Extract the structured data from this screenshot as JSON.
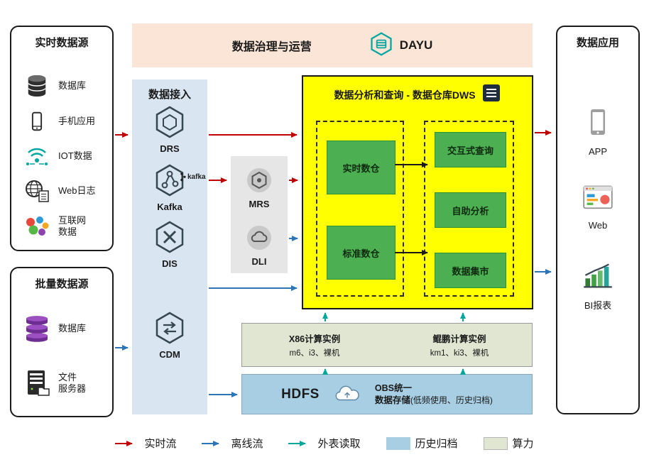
{
  "colors": {
    "flow_red": "#c00000",
    "flow_blue": "#2e75b6",
    "flow_teal": "#00a79b",
    "dws_yellow": "#ffff00",
    "cell_green": "#4cb052",
    "governance_peach": "#fbe5d6",
    "ingestion_blue": "#d9e5f1",
    "services_gray": "#e7e6e6",
    "compute_khaki": "#e1e6d2",
    "storage_blue": "#a8cee4"
  },
  "realtime_sources": {
    "title": "实时数据源",
    "items": [
      {
        "label": "数据库",
        "icon": "database-icon"
      },
      {
        "label": "手机应用",
        "icon": "phone-icon"
      },
      {
        "label": "IOT数据",
        "icon": "iot-icon"
      },
      {
        "label": "Web日志",
        "icon": "web-log-icon"
      },
      {
        "label": "互联网\n数据",
        "icon": "internet-data-icon"
      }
    ]
  },
  "batch_sources": {
    "title": "批量数据源",
    "items": [
      {
        "label": "数据库",
        "icon": "database-stack-icon"
      },
      {
        "label": "文件\n服务器",
        "icon": "file-server-icon"
      }
    ]
  },
  "governance": {
    "title": "数据治理与运营",
    "product": "DAYU"
  },
  "ingestion": {
    "title": "数据接入",
    "services": [
      {
        "name": "DRS"
      },
      {
        "name": "Kafka",
        "wordmark": "kafka"
      },
      {
        "name": "DIS"
      },
      {
        "name": "CDM"
      }
    ]
  },
  "analytics_services": [
    {
      "name": "MRS"
    },
    {
      "name": "DLI"
    }
  ],
  "dws": {
    "title": "数据分析和查询 - 数据仓库DWS",
    "warehouses": [
      "实时数仓",
      "标准数仓"
    ],
    "consumption": [
      "交互式查询",
      "自助分析",
      "数据集市"
    ]
  },
  "compute": {
    "x86": {
      "title": "X86计算实例",
      "specs": "m6、i3、裸机"
    },
    "kunpeng": {
      "title": "鲲鹏计算实例",
      "specs": "km1、ki3、裸机"
    }
  },
  "storage": {
    "hdfs": "HDFS",
    "obs_line1": "OBS统一",
    "obs_line2": "数据存储",
    "obs_note": "(低频使用、历史归档)"
  },
  "applications": {
    "title": "数据应用",
    "items": [
      {
        "label": "APP",
        "icon": "app-icon"
      },
      {
        "label": "Web",
        "icon": "web-icon"
      },
      {
        "label": "BI报表",
        "icon": "bi-report-icon"
      }
    ]
  },
  "legend": {
    "realtime": "实时流",
    "offline": "离线流",
    "external": "外表读取",
    "archive": "历史归档",
    "power": "算力"
  }
}
